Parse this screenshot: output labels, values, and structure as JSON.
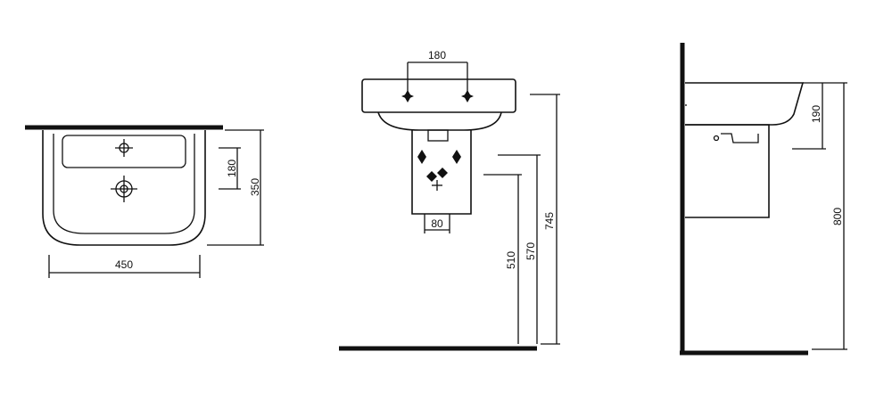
{
  "plan_view": {
    "dimensions": {
      "width": "450",
      "depth": "350",
      "tap_to_waste": "180"
    }
  },
  "front_elevation": {
    "dimensions": {
      "tap_spacing": "180",
      "pedestal_width": "80",
      "height_510": "510",
      "height_570": "570",
      "height_745": "745"
    }
  },
  "side_elevation": {
    "dimensions": {
      "basin_depth": "190",
      "total_height": "800"
    }
  }
}
